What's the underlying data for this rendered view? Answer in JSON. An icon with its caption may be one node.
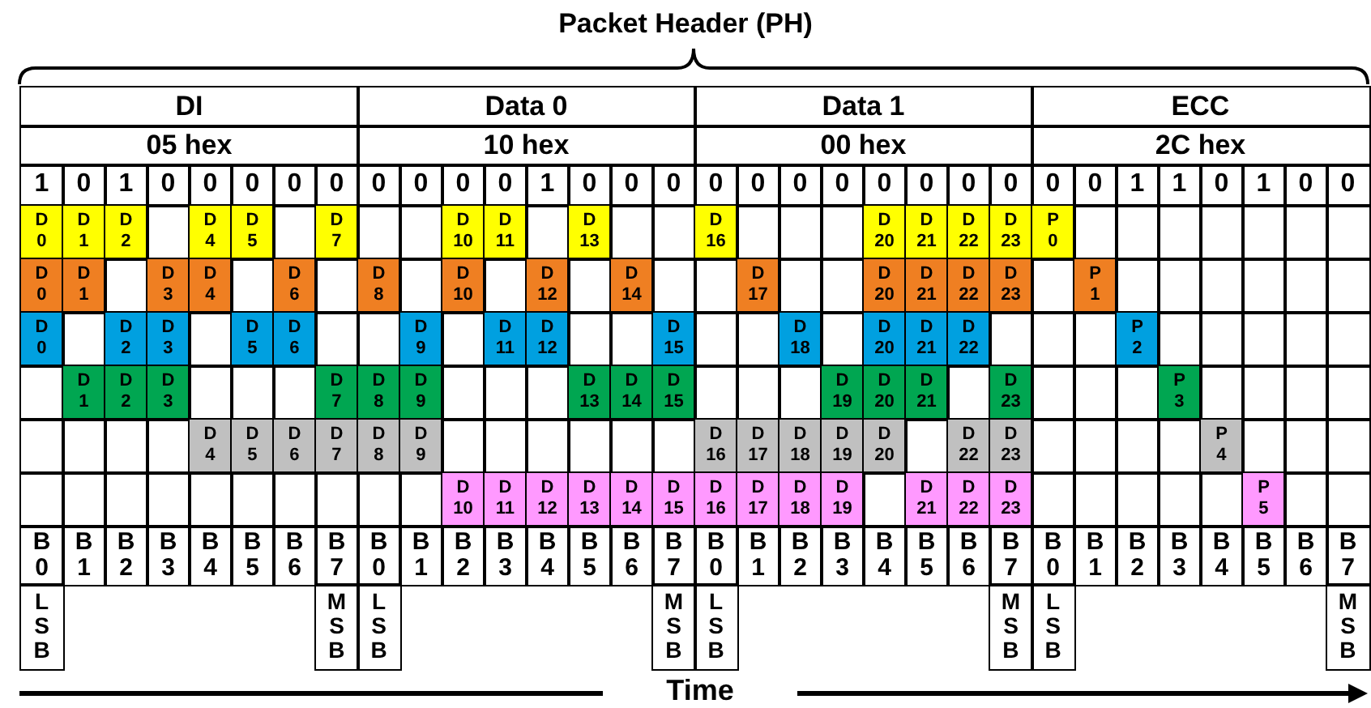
{
  "diagram": {
    "title": "Packet Header (PH)",
    "labels": [
      "DI",
      "Data 0",
      "Data 1",
      "ECC",
      "05 hex",
      "10 hex",
      "00 hex",
      "2C hex",
      "1",
      "0",
      "1",
      "0",
      "0",
      "0",
      "0",
      "0",
      "0",
      "0",
      "0",
      "0",
      "1",
      "0",
      "0",
      "0",
      "0",
      "0",
      "0",
      "0",
      "0",
      "0",
      "0",
      "0",
      "0",
      "0",
      "1",
      "1",
      "0",
      "1",
      "0",
      "0",
      "D 0",
      "D 1",
      "D 2",
      "D 4",
      "D 5",
      "D 7",
      "D 10",
      "D 11",
      "D 13",
      "D 16",
      "D 20",
      "D 21",
      "D 22",
      "D 23",
      "P 0",
      "D 0",
      "D 1",
      "D 3",
      "D 4",
      "D 6",
      "D 8",
      "D 10",
      "D 12",
      "D 14",
      "D 17",
      "D 20",
      "D 21",
      "D 22",
      "D 23",
      "P 1",
      "D 0",
      "D 2",
      "D 3",
      "D 5",
      "D 6",
      "D 9",
      "D 11",
      "D 12",
      "D 15",
      "D 18",
      "D 20",
      "D 21",
      "D 22",
      "P 2",
      "D 1",
      "D 2",
      "D 3",
      "D 7",
      "D 8",
      "D 9",
      "D 13",
      "D 14",
      "D 15",
      "D 19",
      "D 20",
      "D 21",
      "D 23",
      "P 3",
      "D 4",
      "D 5",
      "D 6",
      "D 7",
      "D 8",
      "D 9",
      "D 16",
      "D 17",
      "D 18",
      "D 19",
      "D 20",
      "D 22",
      "D 23",
      "P 4",
      "D 10",
      "D 11",
      "D 12",
      "D 13",
      "D 14",
      "D 15",
      "D 16",
      "D 17",
      "D 18",
      "D 19",
      "D 21",
      "D 22",
      "D 23",
      "P 5",
      "B 0",
      "B 1",
      "B 2",
      "B 3",
      "B 4",
      "B 5",
      "B 6",
      "B 7",
      "B 0",
      "B 1",
      "B 2",
      "B 3",
      "B 4",
      "B 5",
      "B 6",
      "B 7",
      "B 0",
      "B 1",
      "B 2",
      "B 3",
      "B 4",
      "B 5",
      "B 6",
      "B 7",
      "B 0",
      "B 1",
      "B 2",
      "B 3",
      "B 4",
      "B 5",
      "B 6",
      "B 7",
      "L S B",
      "M S B",
      "L S B",
      "M S B",
      "L S B",
      "M S B",
      "L S B",
      "M S B",
      "Time"
    ]
  }
}
